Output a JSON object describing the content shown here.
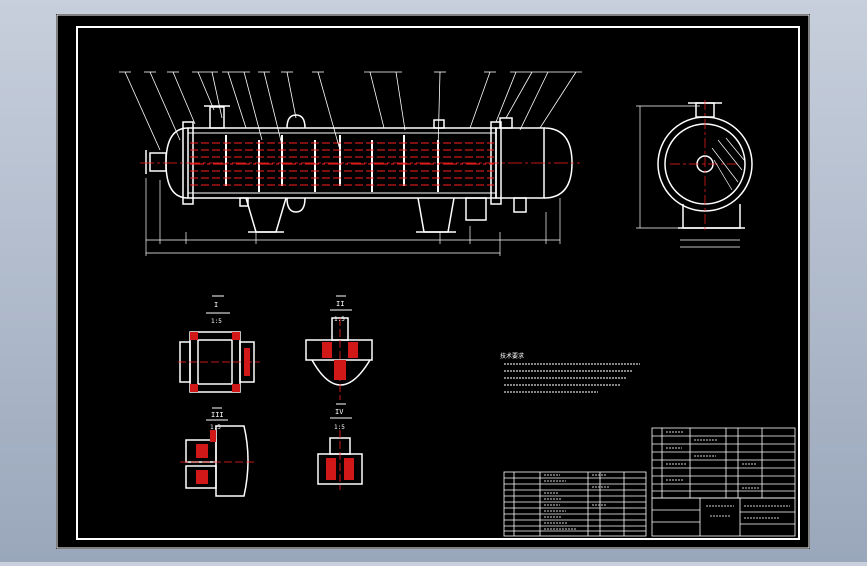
{
  "colors": {
    "background": "#9fabbe",
    "sheet": "#000000",
    "line": "#ffffff",
    "section_line": "#ff2020",
    "hatch": "#d01818"
  },
  "views": {
    "detail_1": {
      "mark": "I",
      "scale": "1:5"
    },
    "detail_2": {
      "mark": "II",
      "scale": "1:5"
    },
    "detail_3": {
      "mark": "III",
      "scale": "1:5"
    },
    "detail_4": {
      "mark": "IV",
      "scale": "1:5"
    }
  },
  "labels": {
    "notes_title": "技术要求"
  }
}
